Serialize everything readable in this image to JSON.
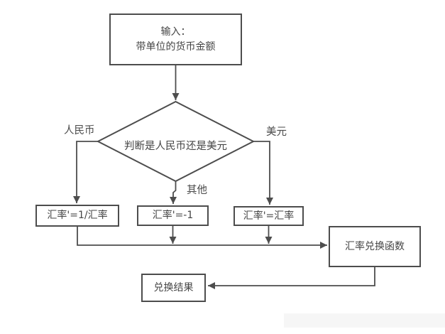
{
  "diagram": {
    "nodes": {
      "input": {
        "line1": "输入：",
        "line2": "带单位的货币金额"
      },
      "decision": {
        "label": "判断是人民币还是美元"
      },
      "rmb_assign": {
        "label": "汇率'=1/汇率"
      },
      "other_assign": {
        "label": "汇率'=-1"
      },
      "usd_assign": {
        "label": "汇率'=汇率"
      },
      "exchange_func": {
        "label": "汇率兑换函数"
      },
      "result": {
        "label": "兑换结果"
      }
    },
    "edge_labels": {
      "rmb_branch": "人民币",
      "usd_branch": "美元",
      "other_branch": "其他"
    },
    "colors": {
      "line": "#4d4d4d",
      "border": "#4d4d4d",
      "text": "#454545",
      "node_background": "#ffffff",
      "page_background": "#ffffff",
      "corner_shade": "#f6f6f6"
    }
  }
}
